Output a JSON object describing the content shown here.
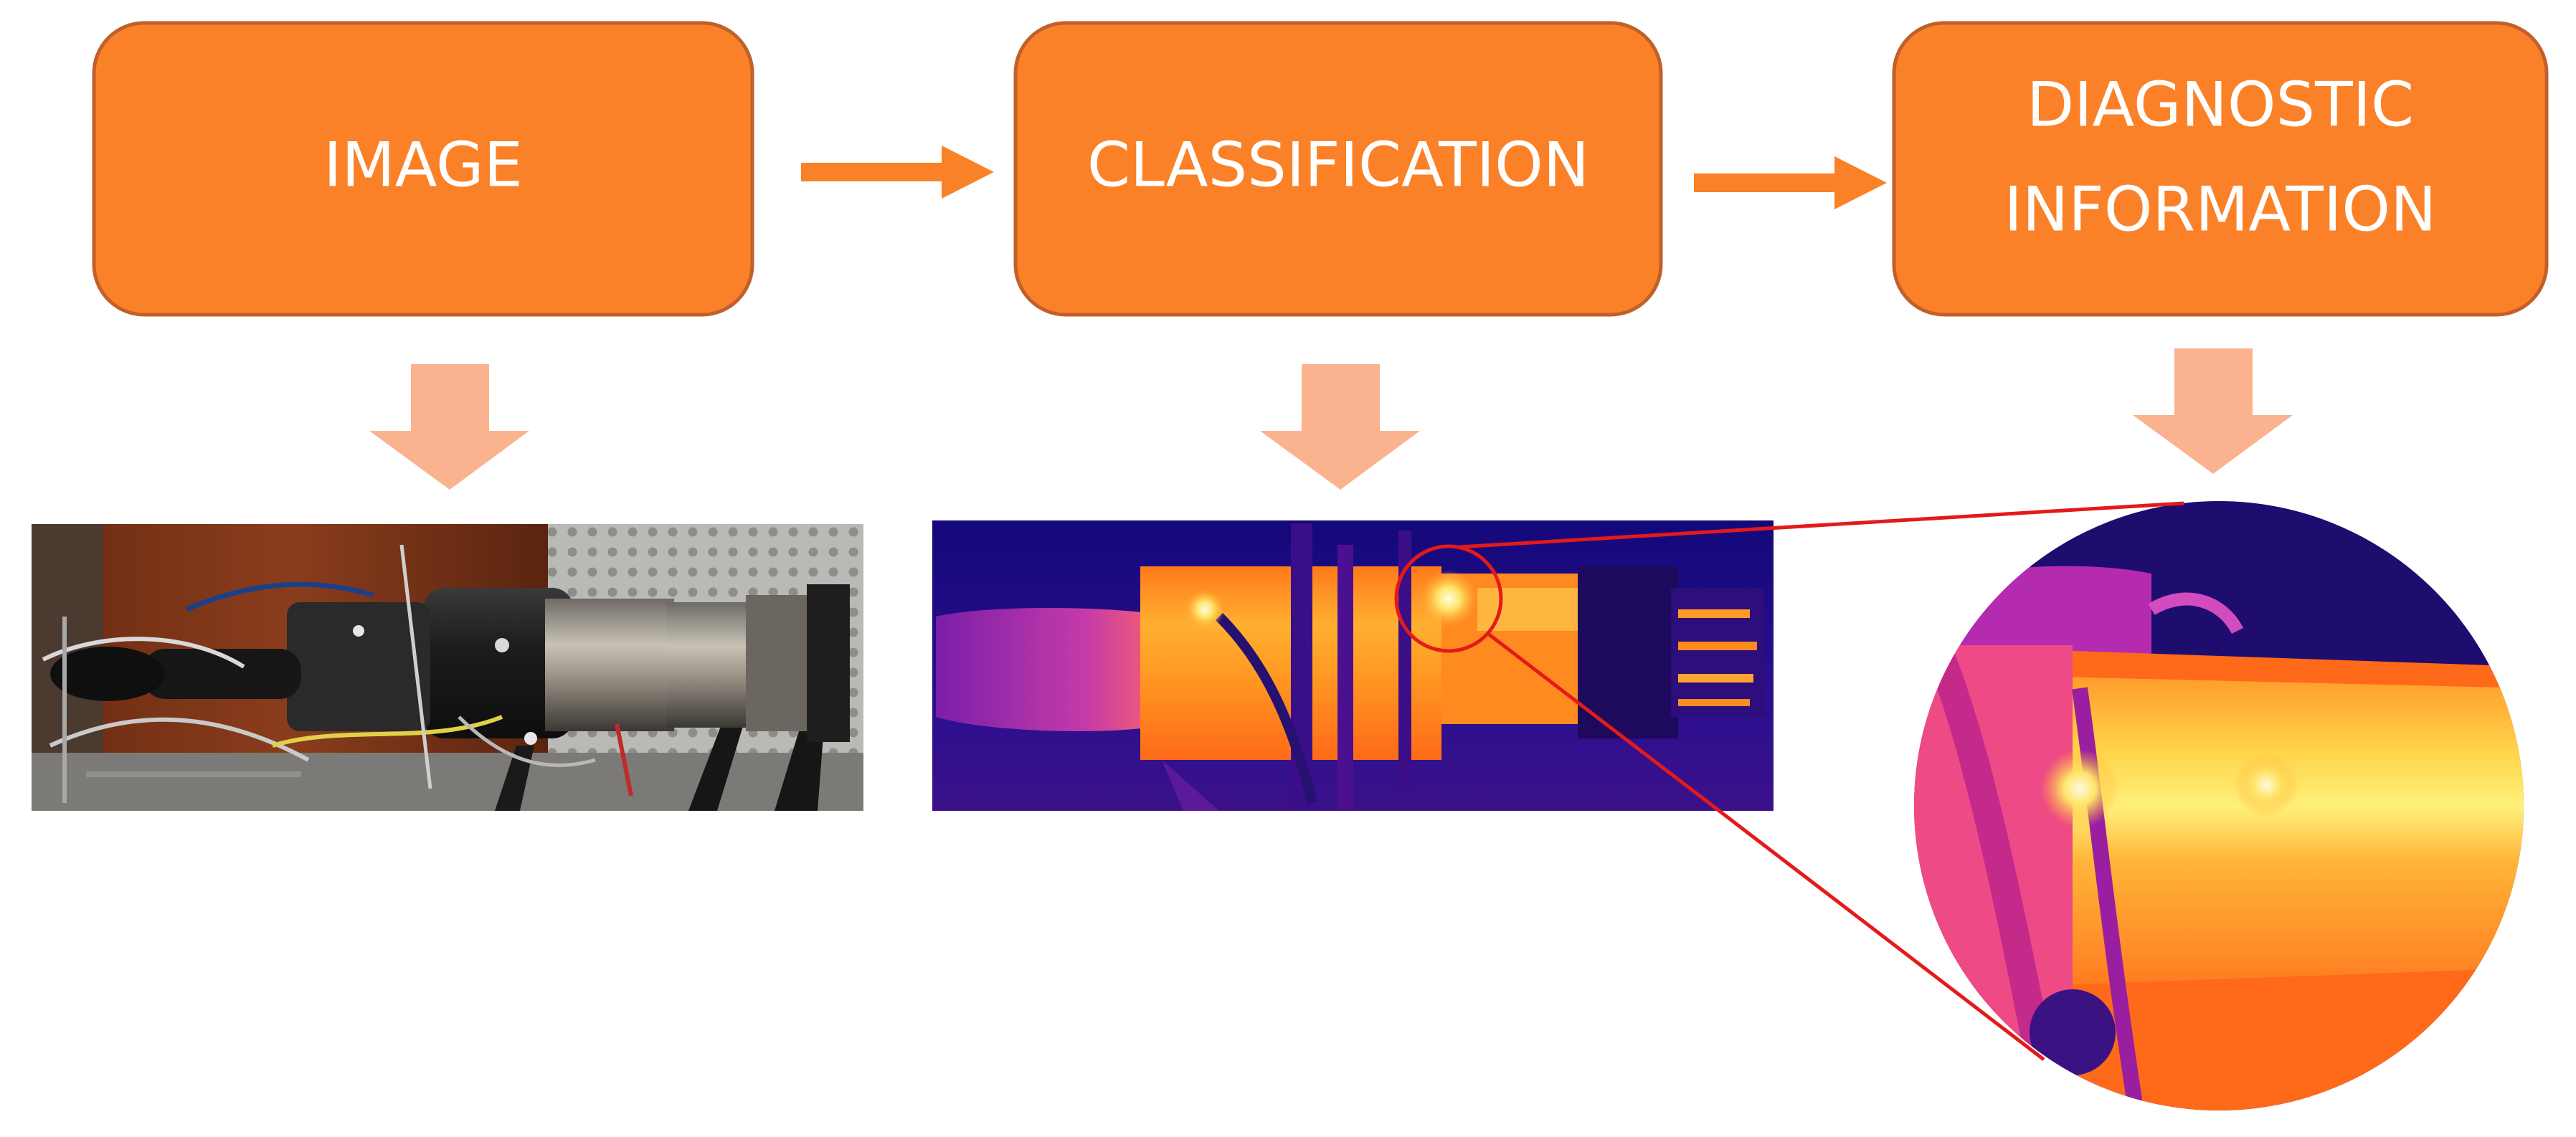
{
  "colors": {
    "box_fill": "#fb8128",
    "box_stroke": "#c0602a",
    "flow_arrow": "#fb8128",
    "down_arrow": "#fbb38f",
    "magnifier_line": "#e41a1a",
    "text": "#ffffff"
  },
  "steps": [
    {
      "lines": [
        "IMAGE"
      ]
    },
    {
      "lines": [
        "CLASSIFICATION"
      ]
    },
    {
      "lines": [
        "DIAGNOSTIC",
        "INFORMATION"
      ]
    }
  ],
  "images": {
    "photo": "engine-photo",
    "thermal": "thermal-image",
    "zoom": "thermal-zoom-detail"
  }
}
